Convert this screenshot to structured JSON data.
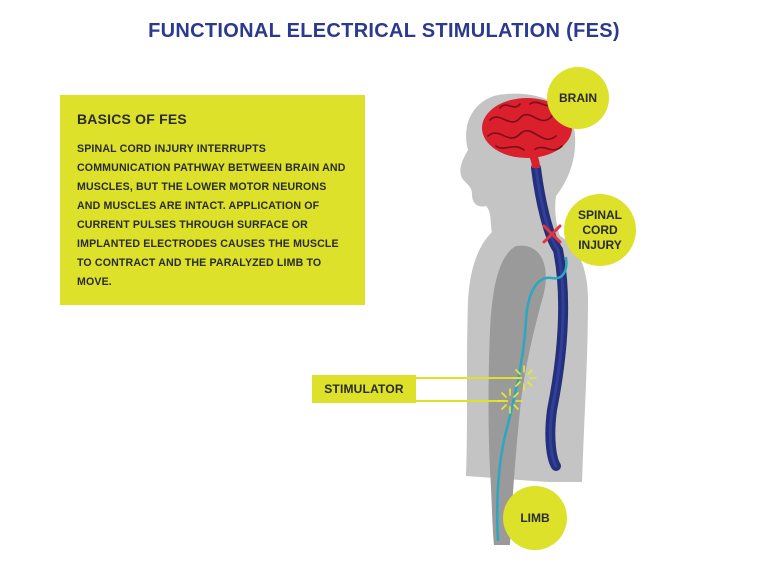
{
  "title": "FUNCTIONAL ELECTRICAL STIMULATION (FES)",
  "info": {
    "heading": "BASICS OF FES",
    "body": "SPINAL CORD INJURY INTERRUPTS COMMUNICATION PATHWAY BETWEEN BRAIN AND MUSCLES, BUT THE LOWER MOTOR NEURONS AND MUSCLES ARE INTACT. APPLICATION OF CURRENT PULSES THROUGH SURFACE OR IMPLANTED ELECTRODES CAUSES THE MUSCLE TO CONTRACT AND THE PARALYZED LIMB TO MOVE."
  },
  "labels": {
    "brain": "BRAIN",
    "spinal_line1": "SPINAL",
    "spinal_line2": "CORD",
    "spinal_line3": "INJURY",
    "stimulator": "STIMULATOR",
    "limb": "LIMB"
  },
  "colors": {
    "title": "#2b3a8f",
    "accent_yellow": "#dde12a",
    "body_gray": "#c4c4c4",
    "arm_gray": "#9a9a9a",
    "brain_red": "#d9202c",
    "spine_blue": "#24307a",
    "nerve_cyan": "#2aa7c1",
    "injury_mark": "#e8323c"
  },
  "icons": [
    "brain-icon",
    "injury-x-icon",
    "electrode-spark-icon"
  ]
}
